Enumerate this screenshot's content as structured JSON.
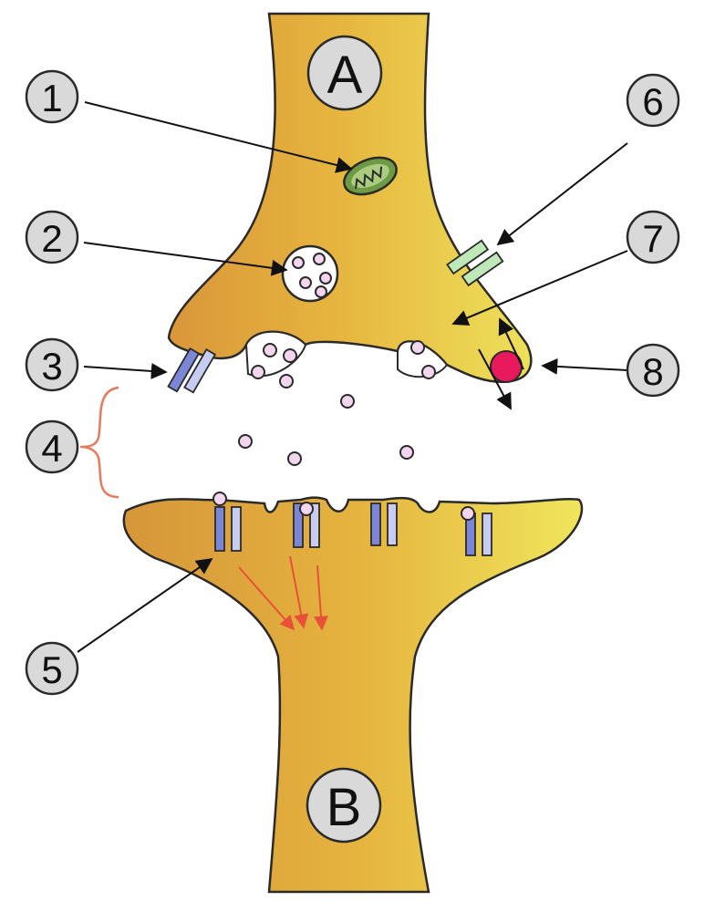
{
  "neurons": {
    "top": {
      "label": "A"
    },
    "bottom": {
      "label": "B"
    }
  },
  "callouts": [
    {
      "id": "1",
      "number": "1"
    },
    {
      "id": "2",
      "number": "2"
    },
    {
      "id": "3",
      "number": "3"
    },
    {
      "id": "4",
      "number": "4"
    },
    {
      "id": "5",
      "number": "5"
    },
    {
      "id": "6",
      "number": "6"
    },
    {
      "id": "7",
      "number": "7"
    },
    {
      "id": "8",
      "number": "8"
    }
  ],
  "colors": {
    "cell_fill": "#e8b93f",
    "cell_fill_light": "#f1e25a",
    "cell_fill_dark": "#d89838",
    "outline": "#2a2a2a",
    "label_circle": "#d9d9d9",
    "vesicle_fill": "#f3d6ee",
    "receptor": "#7c86d6",
    "receptor_light": "#c7ccf2",
    "autoreceptor": "#bfe8b8",
    "transporter": "#e8195c",
    "signal_arrow": "#e8503a",
    "bracket": "#e87a5a",
    "mitochondrion": "#5a8a3a"
  }
}
